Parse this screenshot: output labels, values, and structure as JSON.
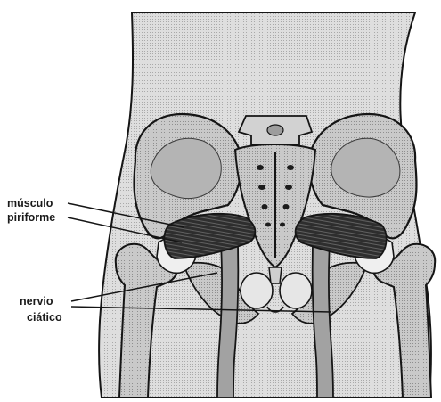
{
  "labels": {
    "muscle_line1": "músculo",
    "muscle_line2": "piriforme",
    "nerve_line1": "nervio",
    "nerve_line2": "ciático"
  },
  "colors": {
    "skin_fill": "#d9d9d9",
    "bone_fill": "#c4c4c4",
    "bone_light": "#e2e2e2",
    "muscle_fill": "#3a3a3a",
    "nerve_fill": "#9a9a9a",
    "outline": "#151515",
    "text": "#1a1a1a",
    "background": "#ffffff"
  }
}
